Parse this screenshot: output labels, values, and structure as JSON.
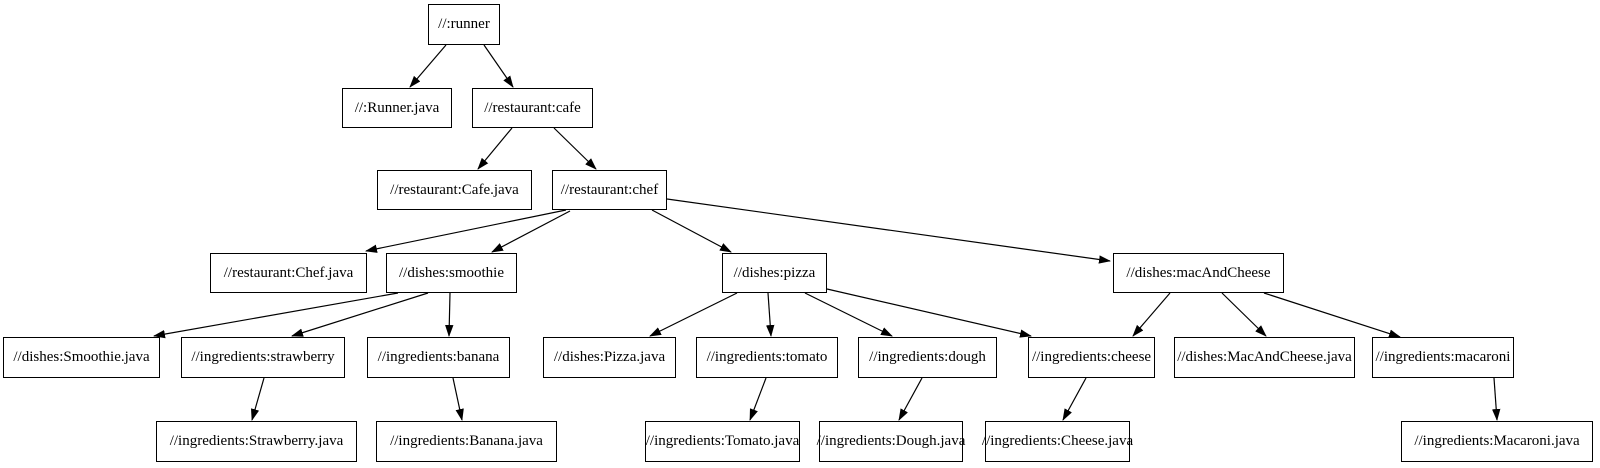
{
  "graph": {
    "type": "dependency-graph",
    "nodes": {
      "runner": "//:runner",
      "runner_java": "//:Runner.java",
      "cafe": "//restaurant:cafe",
      "cafe_java": "//restaurant:Cafe.java",
      "chef": "//restaurant:chef",
      "chef_java": "//restaurant:Chef.java",
      "smoothie": "//dishes:smoothie",
      "pizza": "//dishes:pizza",
      "mac_and_cheese": "//dishes:macAndCheese",
      "smoothie_java": "//dishes:Smoothie.java",
      "strawberry": "//ingredients:strawberry",
      "banana": "//ingredients:banana",
      "pizza_java": "//dishes:Pizza.java",
      "tomato": "//ingredients:tomato",
      "dough": "//ingredients:dough",
      "cheese": "//ingredients:cheese",
      "mac_and_cheese_java": "//dishes:MacAndCheese.java",
      "macaroni": "//ingredients:macaroni",
      "strawberry_java": "//ingredients:Strawberry.java",
      "banana_java": "//ingredients:Banana.java",
      "tomato_java": "//ingredients:Tomato.java",
      "dough_java": "//ingredients:Dough.java",
      "cheese_java": "//ingredients:Cheese.java",
      "macaroni_java": "//ingredients:Macaroni.java"
    },
    "edges": [
      {
        "from": "runner",
        "to": "runner_java"
      },
      {
        "from": "runner",
        "to": "cafe"
      },
      {
        "from": "cafe",
        "to": "cafe_java"
      },
      {
        "from": "cafe",
        "to": "chef"
      },
      {
        "from": "chef",
        "to": "chef_java"
      },
      {
        "from": "chef",
        "to": "smoothie"
      },
      {
        "from": "chef",
        "to": "pizza"
      },
      {
        "from": "chef",
        "to": "mac_and_cheese"
      },
      {
        "from": "smoothie",
        "to": "smoothie_java"
      },
      {
        "from": "smoothie",
        "to": "strawberry"
      },
      {
        "from": "smoothie",
        "to": "banana"
      },
      {
        "from": "strawberry",
        "to": "strawberry_java"
      },
      {
        "from": "banana",
        "to": "banana_java"
      },
      {
        "from": "pizza",
        "to": "pizza_java"
      },
      {
        "from": "pizza",
        "to": "tomato"
      },
      {
        "from": "pizza",
        "to": "dough"
      },
      {
        "from": "pizza",
        "to": "cheese"
      },
      {
        "from": "mac_and_cheese",
        "to": "cheese"
      },
      {
        "from": "mac_and_cheese",
        "to": "mac_and_cheese_java"
      },
      {
        "from": "mac_and_cheese",
        "to": "macaroni"
      },
      {
        "from": "tomato",
        "to": "tomato_java"
      },
      {
        "from": "dough",
        "to": "dough_java"
      },
      {
        "from": "cheese",
        "to": "cheese_java"
      },
      {
        "from": "macaroni",
        "to": "macaroni_java"
      }
    ]
  },
  "colors": {
    "background": "#ffffff",
    "node_border": "#000000",
    "edge": "#000000",
    "text": "#000000"
  }
}
